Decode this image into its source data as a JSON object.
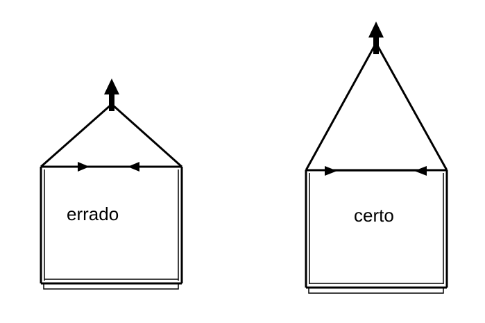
{
  "colors": {
    "background": "#ffffff",
    "stroke": "#000000"
  },
  "figures": [
    {
      "id": "wrong",
      "label": "errado",
      "icon": "up-arrow-icon"
    },
    {
      "id": "right",
      "label": "certo",
      "icon": "up-arrow-icon"
    }
  ]
}
